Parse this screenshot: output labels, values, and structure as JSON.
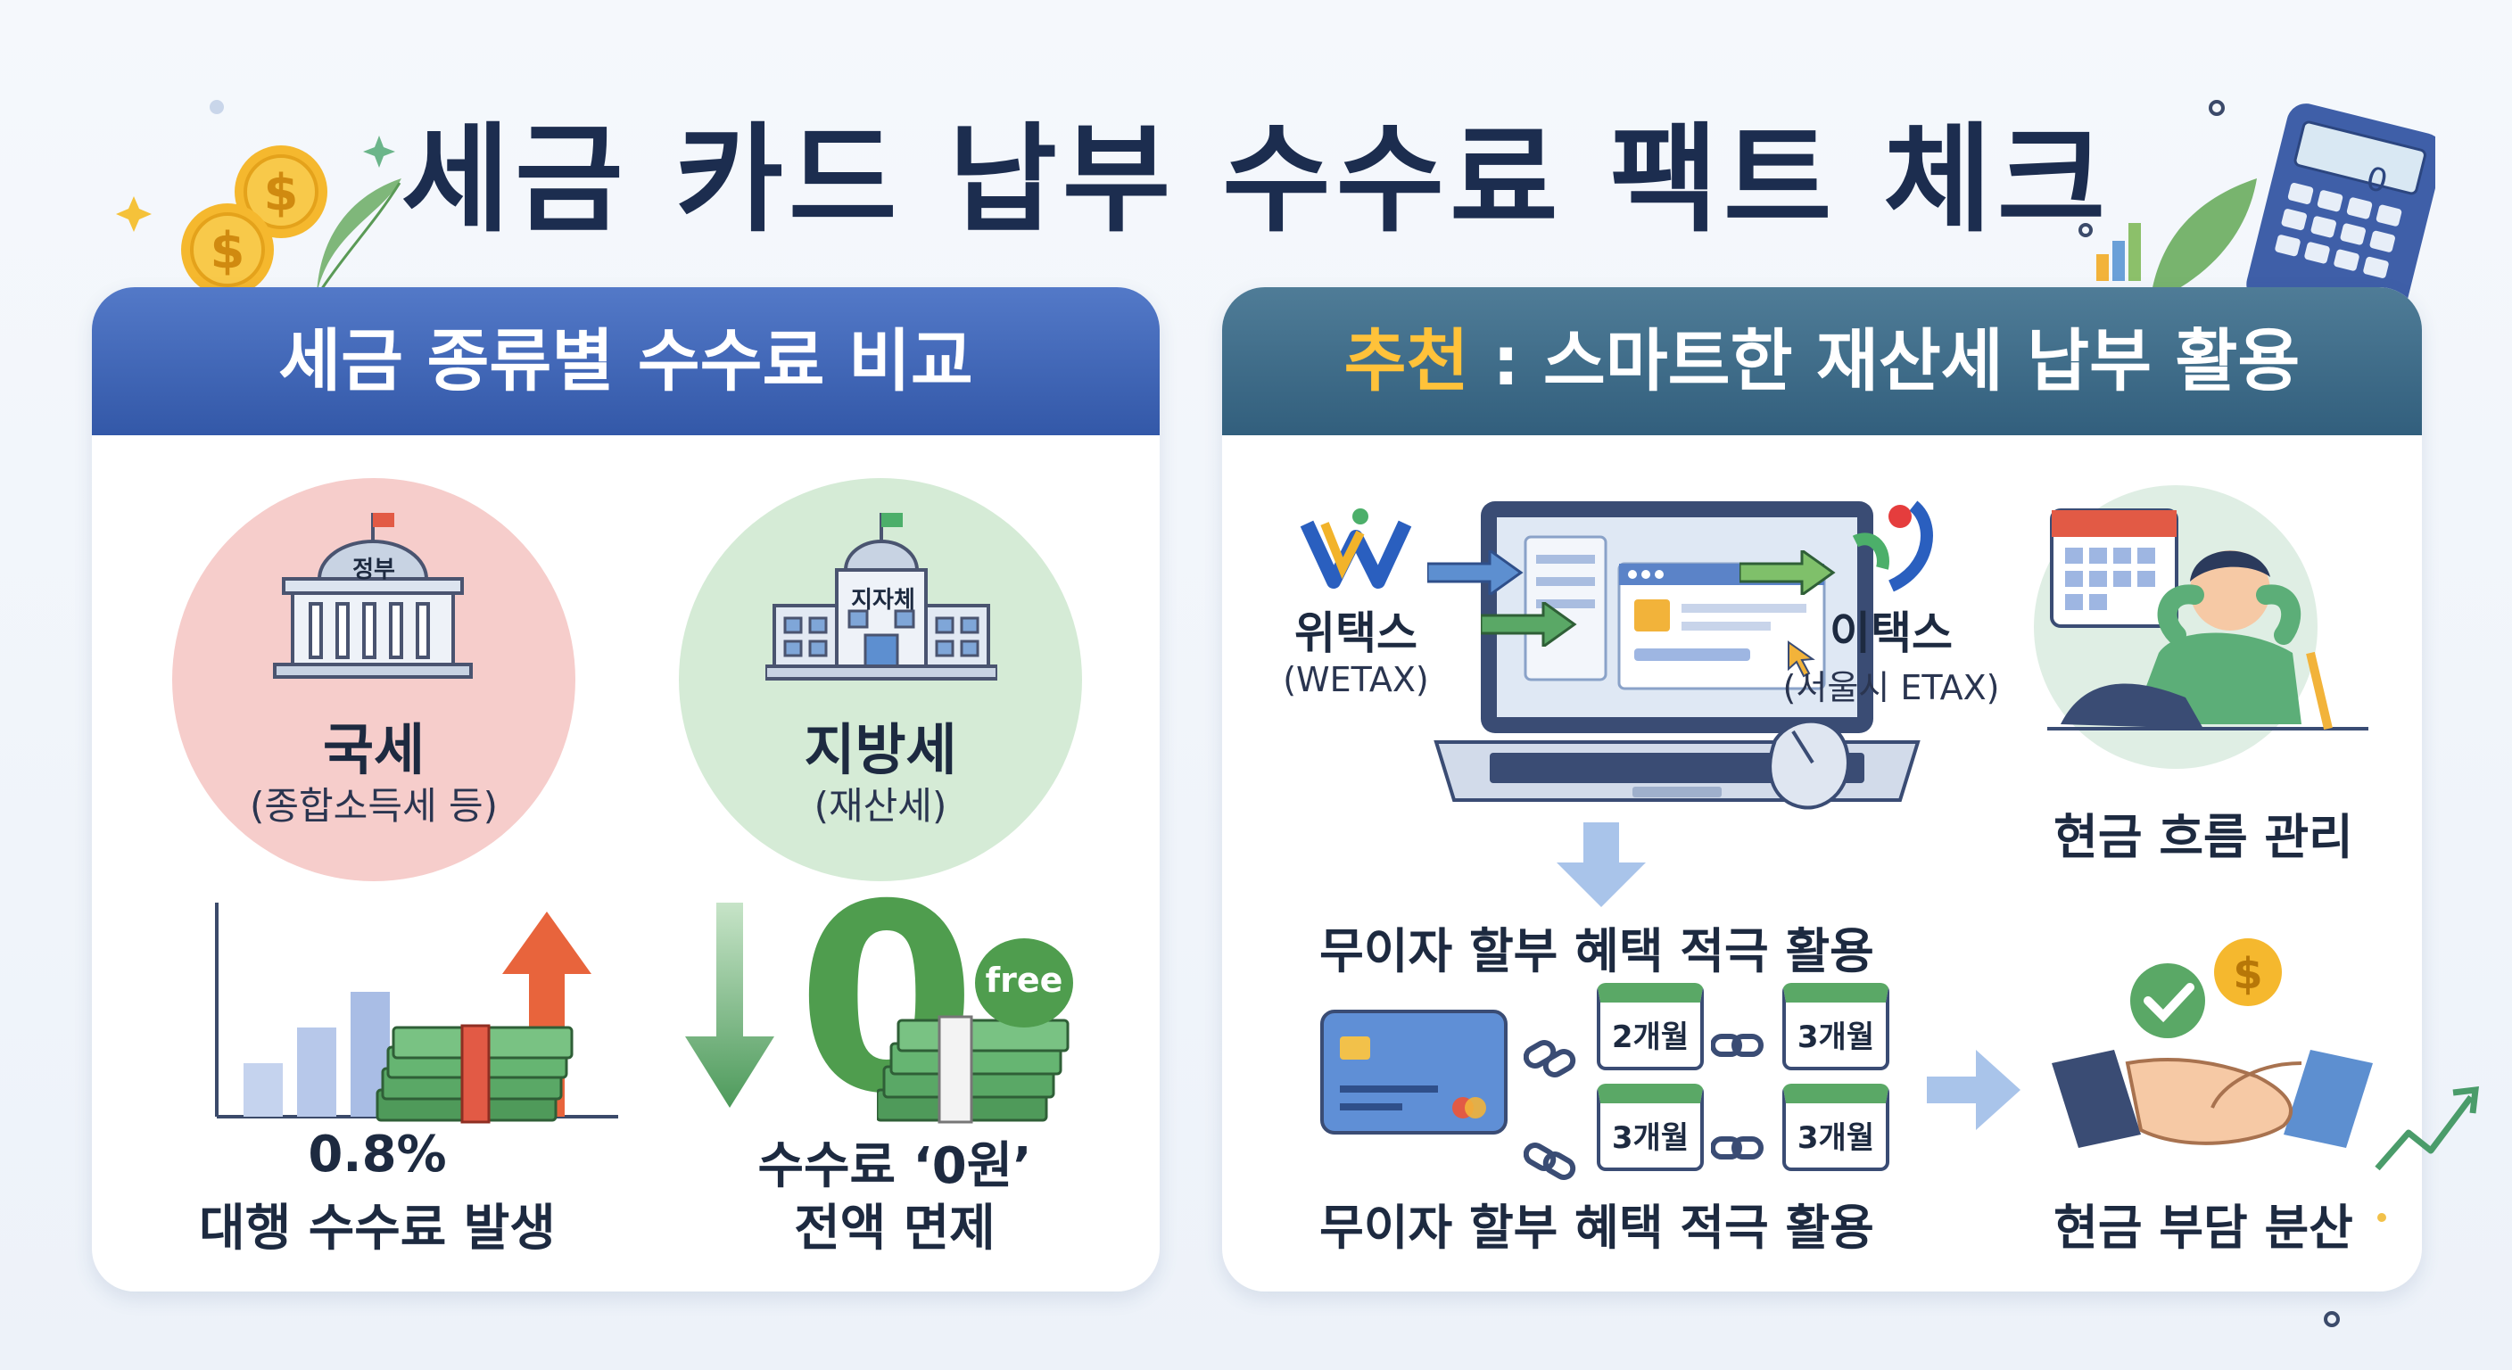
{
  "title": "세금 카드 납부 수수료 팩트 체크",
  "left_panel": {
    "header": "세금 종류별 수수료 비교",
    "national": {
      "building_sign": "정부",
      "label": "국세",
      "sub": "(종합소득세 등)"
    },
    "local": {
      "building_sign": "지자체",
      "label": "지방세",
      "sub": "(재산세)"
    },
    "fee_caption_line1": "0.8%",
    "fee_caption_line2": "대행 수수료 발생",
    "free_badge": "free",
    "zero_digit": "0",
    "free_caption_line1": "수수료 ‘0원’",
    "free_caption_line2": "전액 면제"
  },
  "right_panel": {
    "header_accent": "추천",
    "header_rest": " : 스마트한 재산세 납부 활용",
    "wetax": {
      "name": "위택스",
      "sub": "(WETAX)"
    },
    "etax": {
      "name": "이택스",
      "sub": "(서울시 ETAX)"
    },
    "cash_flow_label": "현금 흐름 관리",
    "installment_top": "무이자 할부 혜택 적극 활용",
    "installment_bottom": "무이자 할부 혜택 적극 활용",
    "months": [
      "2개월",
      "3개월",
      "3개월",
      "3개월"
    ],
    "burden_label": "현금 부담 분산",
    "calculator_display": "0"
  },
  "colors": {
    "title": "#1c2d4f",
    "left_header": "#3d64b4",
    "right_header": "#3b6886",
    "accent_yellow": "#ffc23a",
    "pink_circle": "#f6cdcb",
    "green_circle": "#d5ebd6"
  }
}
